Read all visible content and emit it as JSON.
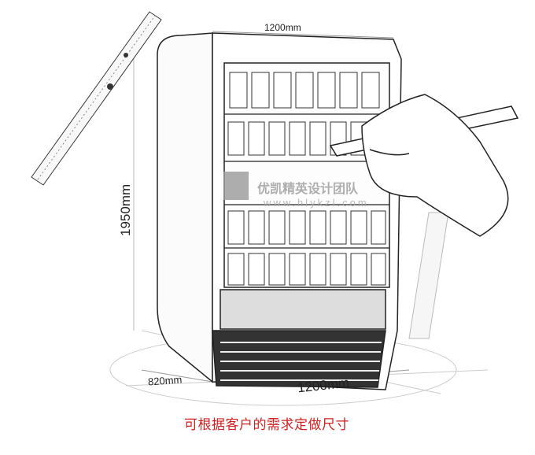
{
  "dimensions": {
    "top_width": "1200mm",
    "height": "1950mm",
    "depth": "820mm",
    "bottom_width": "1200mm"
  },
  "caption": "可根据客户的需求定做尺寸",
  "watermark": {
    "name": "优凯精英设计团队",
    "url": "www.hlykzl.com"
  },
  "colors": {
    "caption": "#d21f1f",
    "line": "#222222"
  }
}
